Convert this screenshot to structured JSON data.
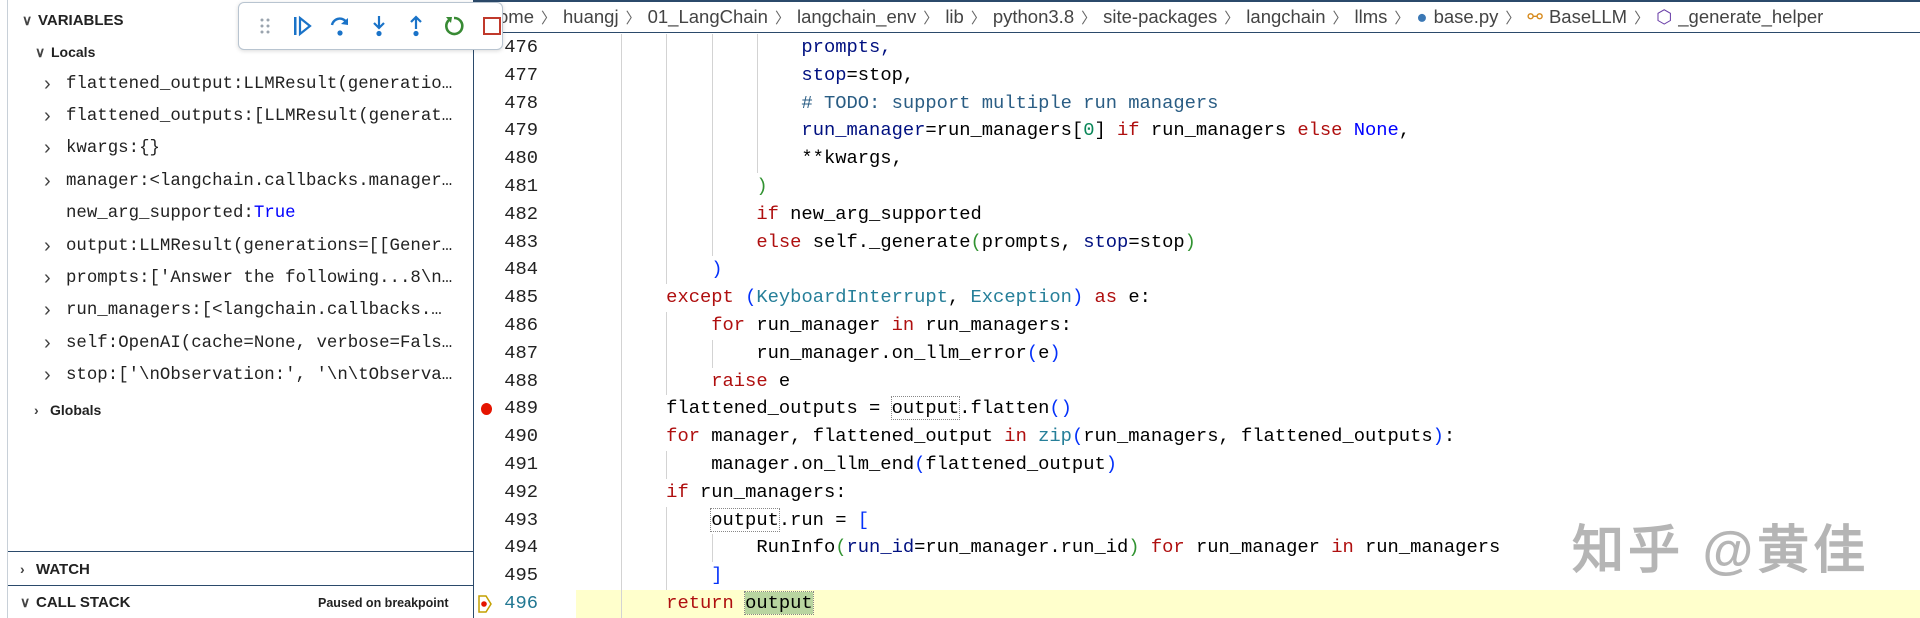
{
  "debug_toolbar": {
    "buttons": [
      {
        "name": "drag-handle",
        "icon": "gripper-icon",
        "color": "#9aa4ae"
      },
      {
        "name": "continue",
        "icon": "continue-icon",
        "color": "#1a73c8"
      },
      {
        "name": "step-over",
        "icon": "step-over-icon",
        "color": "#1a73c8"
      },
      {
        "name": "step-into",
        "icon": "step-into-icon",
        "color": "#1a73c8"
      },
      {
        "name": "step-out",
        "icon": "step-out-icon",
        "color": "#1a73c8"
      },
      {
        "name": "restart",
        "icon": "restart-icon",
        "color": "#388a34"
      },
      {
        "name": "stop",
        "icon": "stop-icon",
        "color": "#c0392b"
      }
    ]
  },
  "sidebar": {
    "variables_header": "VARIABLES",
    "locals_label": "Locals",
    "locals": [
      {
        "name": "flattened_output",
        "value": "LLMResult(generatio…",
        "expandable": true
      },
      {
        "name": "flattened_outputs",
        "value": "[LLMResult(generat…",
        "expandable": true
      },
      {
        "name": "kwargs",
        "value": "{}",
        "expandable": true
      },
      {
        "name": "manager",
        "value": "<langchain.callbacks.manager…",
        "expandable": true
      },
      {
        "name": "new_arg_supported",
        "value": "True",
        "expandable": false
      },
      {
        "name": "output",
        "value": "LLMResult(generations=[[Gener…",
        "expandable": true
      },
      {
        "name": "prompts",
        "value": "['Answer the following...8\\n…",
        "expandable": true
      },
      {
        "name": "run_managers",
        "value": "[<langchain.callbacks.…",
        "expandable": true
      },
      {
        "name": "self",
        "value": "OpenAI(cache=None, verbose=Fals…",
        "expandable": true
      },
      {
        "name": "stop",
        "value": "['\\nObservation:', '\\n\\tObserva…",
        "expandable": true
      }
    ],
    "globals_label": "Globals",
    "watch_header": "WATCH",
    "call_stack_header": "CALL STACK",
    "call_stack_status": "Paused on breakpoint"
  },
  "breadcrumb": {
    "items": [
      "ome",
      "huangj",
      "01_LangChain",
      "langchain_env",
      "lib",
      "python3.8",
      "site-packages",
      "langchain",
      "llms",
      "base.py",
      "BaseLLM",
      "_generate_helper"
    ],
    "icons": {
      "base.py": "python-file-icon",
      "BaseLLM": "class-icon",
      "_generate_helper": "method-icon"
    }
  },
  "editor": {
    "breakpoint_line": 489,
    "current_line": 496,
    "lines": [
      {
        "num": "476",
        "tokens": [
          [
            "                    prompts,",
            "v"
          ]
        ]
      },
      {
        "num": "477",
        "tokens": [
          [
            "                    ",
            ""
          ],
          [
            "stop",
            "v"
          ],
          [
            "=stop,",
            ""
          ]
        ]
      },
      {
        "num": "478",
        "tokens": [
          [
            "                    ",
            ""
          ],
          [
            "# TODO: support multiple run managers",
            "cm"
          ]
        ]
      },
      {
        "num": "479",
        "tokens": [
          [
            "                    ",
            ""
          ],
          [
            "run_manager",
            "v"
          ],
          [
            "=run_managers[",
            ""
          ],
          [
            "0",
            "n"
          ],
          [
            "] ",
            ""
          ],
          [
            "if",
            "k"
          ],
          [
            " run_managers ",
            ""
          ],
          [
            "else",
            "k"
          ],
          [
            " ",
            ""
          ],
          [
            "None",
            "c"
          ],
          [
            ",",
            ""
          ]
        ]
      },
      {
        "num": "480",
        "tokens": [
          [
            "                    **kwargs,",
            ""
          ]
        ]
      },
      {
        "num": "481",
        "tokens": [
          [
            "                ",
            ""
          ],
          [
            ")",
            "p1"
          ]
        ]
      },
      {
        "num": "482",
        "tokens": [
          [
            "                ",
            ""
          ],
          [
            "if",
            "k"
          ],
          [
            " new_arg_supported",
            ""
          ]
        ]
      },
      {
        "num": "483",
        "tokens": [
          [
            "                ",
            ""
          ],
          [
            "else",
            "k"
          ],
          [
            " self._generate",
            ""
          ],
          [
            "(",
            "p1"
          ],
          [
            "prompts, ",
            ""
          ],
          [
            "stop",
            "v"
          ],
          [
            "=stop",
            ""
          ],
          [
            ")",
            "p1"
          ]
        ]
      },
      {
        "num": "484",
        "tokens": [
          [
            "            ",
            ""
          ],
          [
            ")",
            "p2"
          ]
        ]
      },
      {
        "num": "485",
        "tokens": [
          [
            "        ",
            ""
          ],
          [
            "except",
            "k"
          ],
          [
            " ",
            ""
          ],
          [
            "(",
            "p2"
          ],
          [
            "KeyboardInterrupt",
            "t"
          ],
          [
            ", ",
            ""
          ],
          [
            "Exception",
            "t"
          ],
          [
            ")",
            "p2"
          ],
          [
            " ",
            ""
          ],
          [
            "as",
            "k"
          ],
          [
            " e:",
            ""
          ]
        ]
      },
      {
        "num": "486",
        "tokens": [
          [
            "            ",
            ""
          ],
          [
            "for",
            "k"
          ],
          [
            " run_manager ",
            ""
          ],
          [
            "in",
            "k"
          ],
          [
            " run_managers:",
            ""
          ]
        ]
      },
      {
        "num": "487",
        "tokens": [
          [
            "                run_manager.on_llm_error",
            ""
          ],
          [
            "(",
            "p2"
          ],
          [
            "e",
            ""
          ],
          [
            ")",
            "p2"
          ]
        ]
      },
      {
        "num": "488",
        "tokens": [
          [
            "            ",
            ""
          ],
          [
            "raise",
            "k"
          ],
          [
            " e",
            ""
          ]
        ]
      },
      {
        "num": "489",
        "tokens": [
          [
            "        flattened_outputs = ",
            ""
          ],
          [
            "output",
            "box"
          ],
          [
            ".flatten",
            ""
          ],
          [
            "()",
            "p2"
          ]
        ]
      },
      {
        "num": "490",
        "tokens": [
          [
            "        ",
            ""
          ],
          [
            "for",
            "k"
          ],
          [
            " manager, flattened_output ",
            ""
          ],
          [
            "in",
            "k"
          ],
          [
            " ",
            ""
          ],
          [
            "zip",
            "t"
          ],
          [
            "(",
            "p2"
          ],
          [
            "run_managers, flattened_outputs",
            ""
          ],
          [
            ")",
            "p2"
          ],
          [
            ":",
            ""
          ]
        ]
      },
      {
        "num": "491",
        "tokens": [
          [
            "            manager.on_llm_end",
            ""
          ],
          [
            "(",
            "p2"
          ],
          [
            "flattened_output",
            ""
          ],
          [
            ")",
            "p2"
          ]
        ]
      },
      {
        "num": "492",
        "tokens": [
          [
            "        ",
            ""
          ],
          [
            "if",
            "k"
          ],
          [
            " run_managers:",
            ""
          ]
        ]
      },
      {
        "num": "493",
        "tokens": [
          [
            "            ",
            ""
          ],
          [
            "output",
            "box"
          ],
          [
            ".run = ",
            ""
          ],
          [
            "[",
            "p2"
          ]
        ]
      },
      {
        "num": "494",
        "tokens": [
          [
            "                RunInfo",
            ""
          ],
          [
            "(",
            "p1"
          ],
          [
            "run_id",
            "v"
          ],
          [
            "=run_manager.run_id",
            ""
          ],
          [
            ")",
            "p1"
          ],
          [
            " ",
            ""
          ],
          [
            "for",
            "k"
          ],
          [
            " run_manager ",
            ""
          ],
          [
            "in",
            "k"
          ],
          [
            " run_managers",
            ""
          ]
        ]
      },
      {
        "num": "495",
        "tokens": [
          [
            "            ",
            ""
          ],
          [
            "]",
            "p2"
          ]
        ]
      },
      {
        "num": "496",
        "tokens": [
          [
            "        ",
            ""
          ],
          [
            "return",
            "k"
          ],
          [
            " ",
            ""
          ],
          [
            "output",
            "hl"
          ]
        ]
      }
    ]
  },
  "watermark": "知乎 @黄佳",
  "colors": {
    "current_line": "#ffffcc",
    "breakpoint": "#e51400",
    "line_number": "#237893"
  }
}
